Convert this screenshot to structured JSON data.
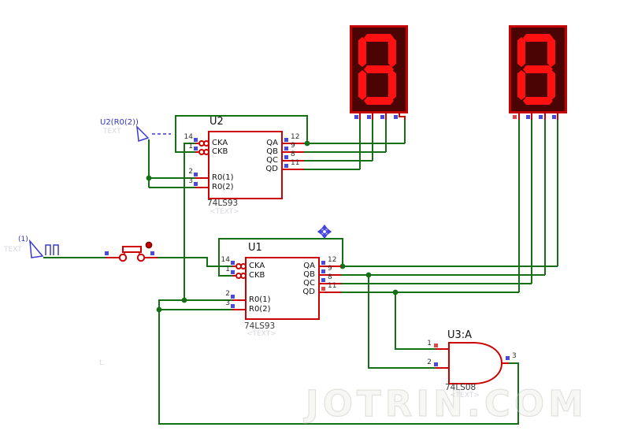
{
  "watermark": {
    "text": "JOTRIN.COM"
  },
  "labels": {
    "terminal": "U2(R0(2))",
    "terminal_ghost": "TEXT",
    "clock_ref": "(1)",
    "clock_ghost": "TEXT",
    "stray_ghost": "L."
  },
  "u2": {
    "ref": "U2",
    "part": "74LS93",
    "ghost": "<TEXT>",
    "left": [
      {
        "num": "14",
        "label": "CKA"
      },
      {
        "num": "1",
        "label": "CKB"
      },
      {
        "num": "2",
        "label": "R0(1)"
      },
      {
        "num": "3",
        "label": "R0(2)"
      }
    ],
    "right": [
      {
        "num": "12",
        "label": "QA"
      },
      {
        "num": "9",
        "label": "QB"
      },
      {
        "num": "8",
        "label": "QC"
      },
      {
        "num": "11",
        "label": "QD"
      }
    ]
  },
  "u1": {
    "ref": "U1",
    "part": "74LS93",
    "ghost": "<TEXT>",
    "left": [
      {
        "num": "14",
        "label": "CKA"
      },
      {
        "num": "1",
        "label": "CKB"
      },
      {
        "num": "2",
        "label": "R0(1)"
      },
      {
        "num": "3",
        "label": "R0(2)"
      }
    ],
    "right": [
      {
        "num": "12",
        "label": "QA"
      },
      {
        "num": "9",
        "label": "QB"
      },
      {
        "num": "8",
        "label": "QC"
      },
      {
        "num": "11",
        "label": "QD"
      }
    ]
  },
  "u3": {
    "ref": "U3:A",
    "part": "74LS08",
    "ghost": "<TEXT>",
    "in1": "1",
    "in2": "2",
    "out": "3"
  },
  "display1": {
    "value": "8"
  },
  "display2": {
    "value": "8"
  },
  "colors": {
    "wire": "#157015",
    "component": "#cc0000",
    "blue_label": "#3434cc",
    "node_blue": "#4949dd",
    "node_red": "#dd4848",
    "segment_on": "#ff1111",
    "display_body": "#4a0404"
  }
}
